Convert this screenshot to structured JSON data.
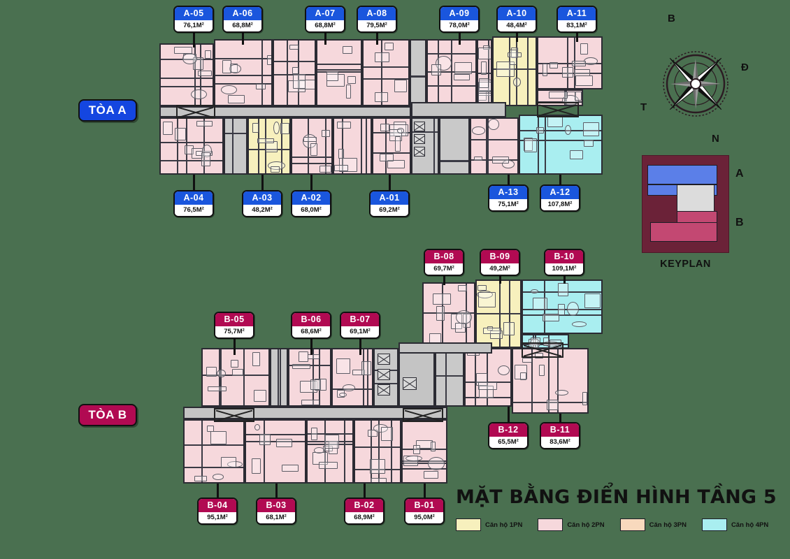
{
  "page": {
    "title": "MẶT BẰNG ĐIỂN HÌNH TẦNG 5",
    "background_color": "#4a7050"
  },
  "towers": [
    {
      "id": "A",
      "label": "TÒA A",
      "color": "#1446e0"
    },
    {
      "id": "B",
      "label": "TÒA B",
      "color": "#b10a52"
    }
  ],
  "units": {
    "tower_a": [
      {
        "code": "A-05",
        "area": "76,1M²"
      },
      {
        "code": "A-06",
        "area": "68,8M²"
      },
      {
        "code": "A-07",
        "area": "68,8M²"
      },
      {
        "code": "A-08",
        "area": "79,5M²"
      },
      {
        "code": "A-09",
        "area": "78,0M²"
      },
      {
        "code": "A-10",
        "area": "48,4M²"
      },
      {
        "code": "A-11",
        "area": "83,1M²"
      },
      {
        "code": "A-04",
        "area": "76,5M²"
      },
      {
        "code": "A-03",
        "area": "48,2M²"
      },
      {
        "code": "A-02",
        "area": "68,0M²"
      },
      {
        "code": "A-01",
        "area": "69,2M²"
      },
      {
        "code": "A-13",
        "area": "75,1M²"
      },
      {
        "code": "A-12",
        "area": "107,8M²"
      }
    ],
    "tower_b": [
      {
        "code": "B-08",
        "area": "69,7M²"
      },
      {
        "code": "B-09",
        "area": "49,2M²"
      },
      {
        "code": "B-10",
        "area": "109,1M²"
      },
      {
        "code": "B-05",
        "area": "75,7M²"
      },
      {
        "code": "B-06",
        "area": "68,6M²"
      },
      {
        "code": "B-07",
        "area": "69,1M²"
      },
      {
        "code": "B-12",
        "area": "65,5M²"
      },
      {
        "code": "B-11",
        "area": "83,6M²"
      },
      {
        "code": "B-04",
        "area": "95,1M²"
      },
      {
        "code": "B-03",
        "area": "68,1M²"
      },
      {
        "code": "B-02",
        "area": "68,9M²"
      },
      {
        "code": "B-01",
        "area": "95,0M²"
      }
    ]
  },
  "legend": {
    "items": [
      {
        "label": "Căn hộ 1PN",
        "color": "#f7f0bd"
      },
      {
        "label": "Căn hộ 2PN",
        "color": "#f6d8dc"
      },
      {
        "label": "Căn hộ 3PN",
        "color": "#f8d9bd"
      },
      {
        "label": "Căn hộ 4PN",
        "color": "#a9eef0"
      }
    ]
  },
  "compass": {
    "north": "B",
    "east": "Đ",
    "west": "T",
    "south": "N"
  },
  "keyplan": {
    "title": "KEYPLAN",
    "tower_a_letter": "A",
    "tower_b_letter": "B",
    "tower_a_color": "#5b7fe8",
    "tower_b_color": "#c34872"
  }
}
